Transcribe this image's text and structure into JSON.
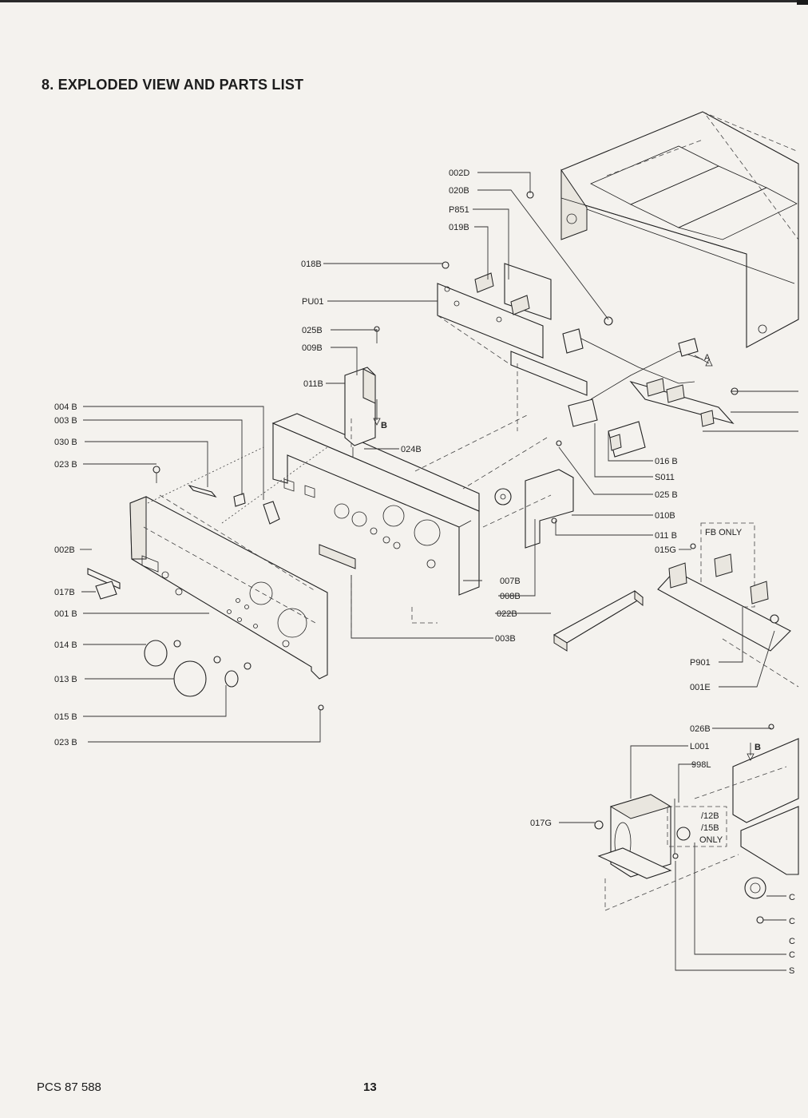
{
  "heading": "8.  EXPLODED VIEW AND PARTS LIST",
  "footer": {
    "doc_code": "PCS 87 588",
    "page_number": "13"
  },
  "callouts": {
    "c002D": "002D",
    "c020B": "020B",
    "cP851": "P851",
    "c019B": "019B",
    "c018B": "018B",
    "cPU01": "PU01",
    "c025B_a": "025B",
    "c009B": "009B",
    "c011B_a": "011B",
    "c004B": "004 B",
    "c003B_a": "003 B",
    "c030B": "030 B",
    "c023B_a": "023 B",
    "c024B": "024B",
    "c002B": "002B",
    "c017B": "017B",
    "c001B": "001 B",
    "c014B": "014 B",
    "c013B": "013 B",
    "c015B": "015 B",
    "c023B_b": "023 B",
    "c016B": "016 B",
    "cS011": "S011",
    "c025B_b": "025 B",
    "c010B": "010B",
    "c011B_b": "011 B",
    "c015G": "015G",
    "cFBONLY": "FB  ONLY",
    "c007B": "007B",
    "c008B": "008B",
    "c022B": "022B",
    "c003B_b": "003B",
    "cP901": "P901",
    "c001E": "001E",
    "c026B": "026B",
    "cL001": "L001",
    "c998L": "998L",
    "c017G": "017G",
    "c12B": "/12B",
    "c15B": "/15B",
    "cONLY": "ONLY",
    "cA": "A",
    "cB1": "B",
    "cB2": "B",
    "cut1": "C",
    "cut2": "C",
    "cut3": "C",
    "cut4": "C",
    "cut5": "S"
  }
}
